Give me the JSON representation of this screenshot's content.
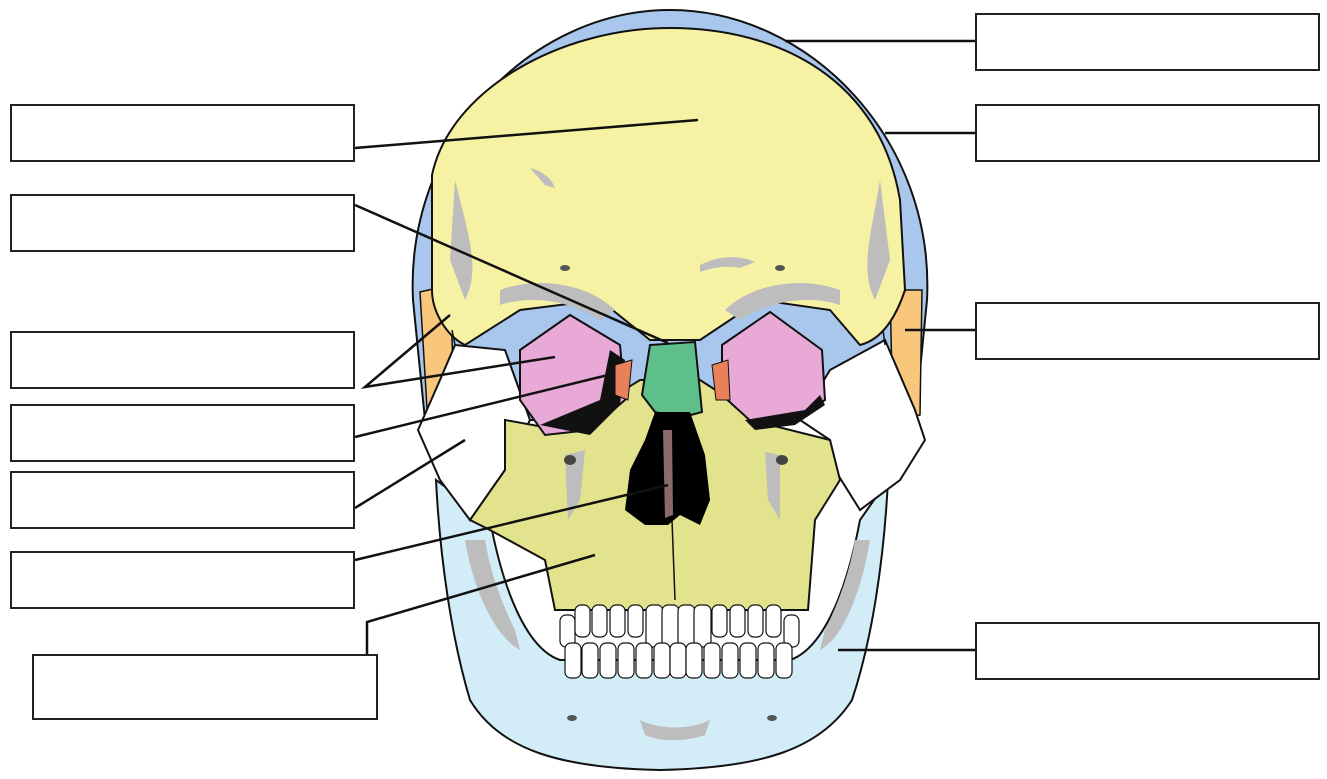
{
  "diagram": {
    "colors": {
      "frontal_bone": "#f7f2a3",
      "parietal_bone": "#a9c6ec",
      "temporal_bone": "#f8c77c",
      "sphenoid_bone": "#e8a9d6",
      "nasal_bone": "#5fbf8b",
      "lacrimal_bone": "#e8805a",
      "zygomatic_bone": "#ffffff",
      "maxilla": "#e2e38c",
      "mandible": "#d2ecf8",
      "shadow": "#bdbdbd",
      "outline": "#111111",
      "openings": "#000000"
    },
    "labels": [
      {
        "id": "label-1",
        "text": ""
      },
      {
        "id": "label-2",
        "text": ""
      },
      {
        "id": "label-3",
        "text": ""
      },
      {
        "id": "label-4",
        "text": ""
      },
      {
        "id": "label-5",
        "text": ""
      },
      {
        "id": "label-6",
        "text": ""
      },
      {
        "id": "label-7",
        "text": ""
      },
      {
        "id": "label-8",
        "text": ""
      },
      {
        "id": "label-9",
        "text": ""
      },
      {
        "id": "label-10",
        "text": ""
      },
      {
        "id": "label-11",
        "text": ""
      },
      {
        "id": "label-12",
        "text": ""
      }
    ]
  }
}
